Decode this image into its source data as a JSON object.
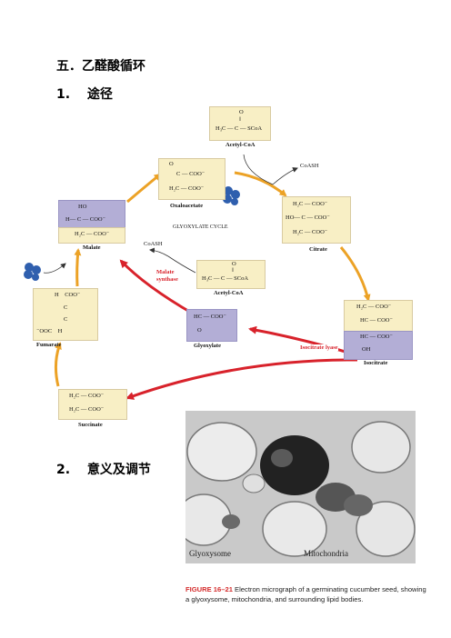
{
  "page": {
    "section_heading": "五．乙醛酸循环",
    "sub1": "1.　 途径",
    "sub2": "2.　 意义及调节"
  },
  "diagram": {
    "cycle_title": "GLYOXYLATE CYCLE",
    "acetyl_coa_top": {
      "o": "O",
      "bond": "‖",
      "formula": "H₃C — C — SCoA",
      "label": "Acetyl-CoA"
    },
    "oxaloacetate": {
      "l1": "O",
      "l2": "C — COO⁻",
      "l3": "H₂C — COO⁻",
      "label": "Oxaloacetate"
    },
    "citrate": {
      "l1": "H₂C — COO⁻",
      "l2": "HO— C — COO⁻",
      "l3": "H₂C — COO⁻",
      "label": "Citrate"
    },
    "isocitrate": {
      "l1": "H₂C — COO⁻",
      "l2": "HC — COO⁻",
      "l3": "HC — COO⁻",
      "l4": "OH",
      "label": "Isocitrate"
    },
    "malate": {
      "l1": "HO",
      "l2": "H— C — COO⁻",
      "l3": "H₂C — COO⁻",
      "label": "Malate"
    },
    "glyoxylate": {
      "l1": "HC — COO⁻",
      "l2": "O",
      "label": "Glyoxylate"
    },
    "acetyl_coa_mid": {
      "o": "O",
      "bond": "‖",
      "formula": "H₃C — C — SCoA",
      "label": "Acetyl-CoA"
    },
    "fumarate": {
      "l1": "H    COO⁻",
      "l2": "C",
      "l3": "C",
      "l4": "⁻OOC    H",
      "label": "Fumarate"
    },
    "succinate": {
      "l1": "H₂C — COO⁻",
      "l2": "H₂C — COO⁻",
      "label": "Succinate"
    },
    "coash_right": "CoASH",
    "coash_left": "CoASH",
    "malate_synthase": "Malate synthase",
    "isocitrate_lyase": "Isocitrate lyase",
    "colors": {
      "yellow_box": "#f8efc5",
      "purple_box": "#b3aed6",
      "orange_arrow": "#eca226",
      "red_arrow": "#d8222b",
      "cofactor_blue": "#2f5fae"
    }
  },
  "figure": {
    "label_glyoxysome": "Glyoxysome",
    "label_mitochondria": "Mitochondria",
    "caption_number": "FIGURE 16–21",
    "caption_text": "Electron micrograph of a germinating cucumber seed, showing a glyoxysome, mitochondria, and surrounding lipid bodies."
  }
}
